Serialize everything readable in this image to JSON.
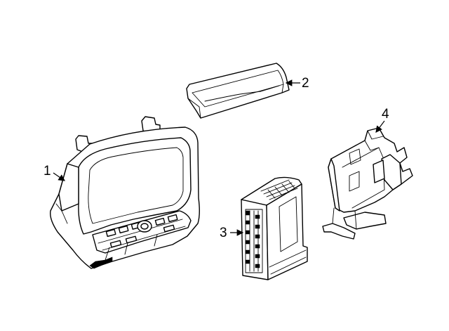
{
  "diagram": {
    "callouts": [
      {
        "label": "1",
        "part": "display-housing"
      },
      {
        "label": "2",
        "part": "trim-cover"
      },
      {
        "label": "3",
        "part": "control-module"
      },
      {
        "label": "4",
        "part": "mounting-bracket"
      }
    ]
  }
}
